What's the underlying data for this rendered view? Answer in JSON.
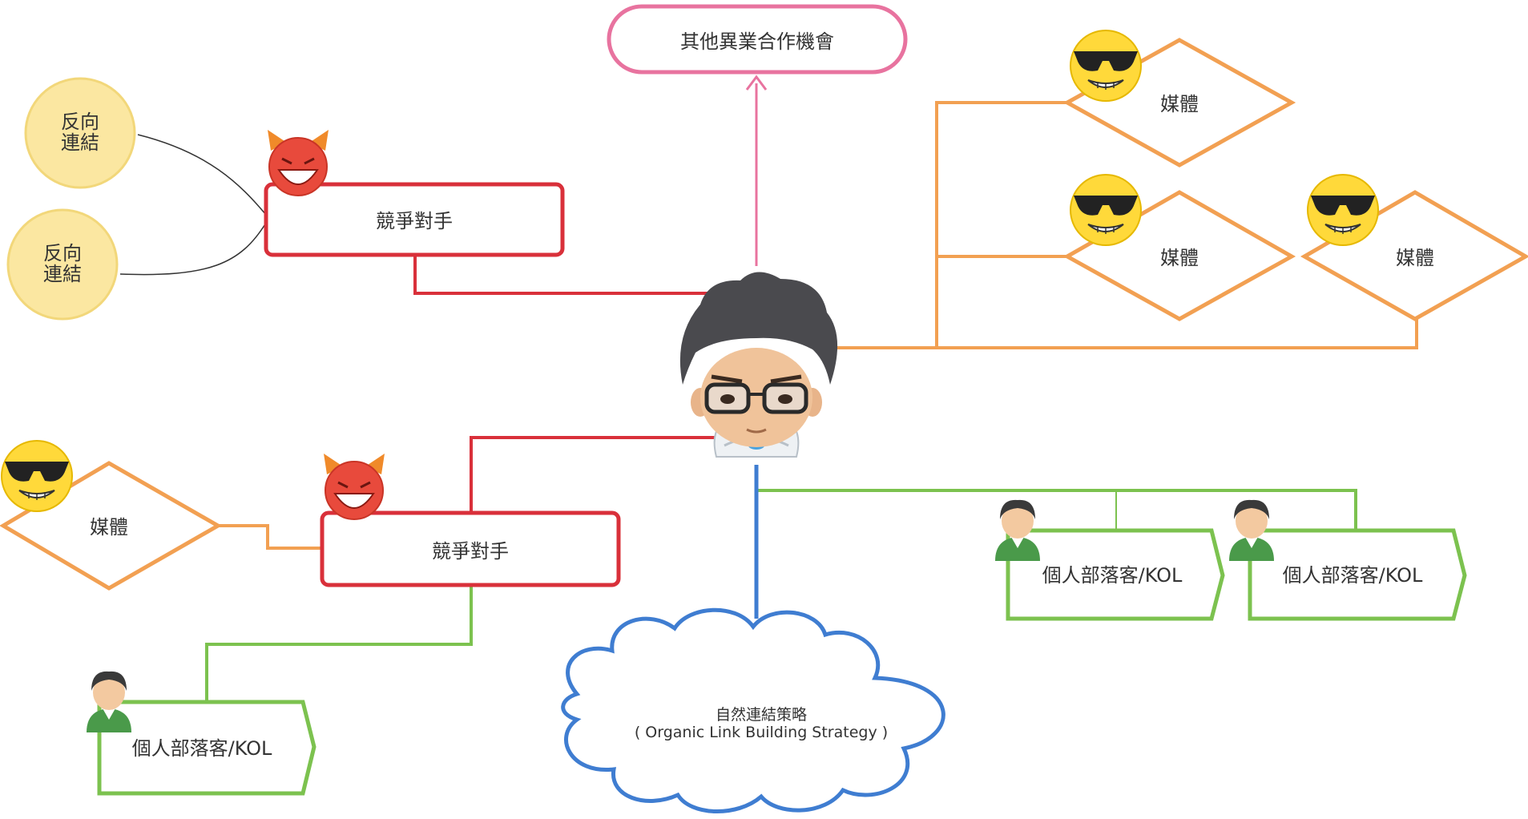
{
  "colors": {
    "pink": "#e8739f",
    "red": "#d9303a",
    "orange": "#f2a052",
    "green": "#7cc24f",
    "blue": "#3f7dd1",
    "circle_fill": "#fbe7a1",
    "circle_stroke": "#f2d77a",
    "connector": "#333333"
  },
  "icons": {
    "center": "man-with-glasses-icon",
    "competitor": "devil-emoji-icon",
    "media": "sunglasses-emoji-icon",
    "blogger": "person-avatar-icon"
  },
  "center": {
    "strategy_cn": "自然連結策略",
    "strategy_en": "( Organic Link Building Strategy )"
  },
  "partnership": {
    "label": "其他異業合作機會"
  },
  "competitors": [
    {
      "label": "競爭對手"
    },
    {
      "label": "競爭對手"
    }
  ],
  "backlinks": [
    {
      "line1": "反向",
      "line2": "連結"
    },
    {
      "line1": "反向",
      "line2": "連結"
    }
  ],
  "media": [
    {
      "label": "媒體"
    },
    {
      "label": "媒體"
    },
    {
      "label": "媒體"
    },
    {
      "label": "媒體"
    }
  ],
  "bloggers": [
    {
      "label": "個人部落客/KOL"
    },
    {
      "label": "個人部落客/KOL"
    },
    {
      "label": "個人部落客/KOL"
    }
  ]
}
